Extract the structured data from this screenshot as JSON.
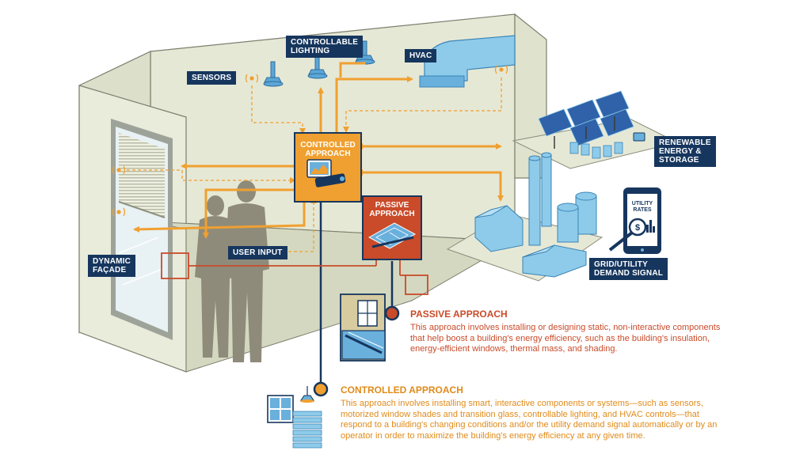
{
  "labels": {
    "sensors": "SENSORS",
    "controllable_lighting": "CONTROLLABLE\nLIGHTING",
    "hvac": "HVAC",
    "renewable": "RENEWABLE\nENERGY &\nSTORAGE",
    "grid": "GRID/UTILITY\nDEMAND SIGNAL",
    "user_input": "USER INPUT",
    "dynamic_facade": "DYNAMIC\nFAÇADE"
  },
  "boxes": {
    "controlled": "CONTROLLED\nAPPROACH",
    "passive": "PASSIVE\nAPPROACH"
  },
  "phone": {
    "text": "UTILITY\nRATES"
  },
  "passive_desc": {
    "title": "PASSIVE APPROACH",
    "body": "This approach involves installing or designing static, non-interactive components that help boost a building's energy efficiency, such as the building's insulation, energy-efficient windows, thermal mass, and shading."
  },
  "controlled_desc": {
    "title": "CONTROLLED APPROACH",
    "body": "This approach involves installing smart, interactive components or systems—such as sensors, motorized window shades and transition glass, controllable lighting, and HVAC controls—that respond to a building's changing conditions and/or the utility demand signal automatically or by an operator in order to maximize the building's energy efficiency at any given time."
  },
  "colors": {
    "navy": "#16365e",
    "orange": "#f0a030",
    "rust": "#c94b2a",
    "wall": "#e6e8d6",
    "floor": "#d9dcc6",
    "blue": "#6ab0dc"
  }
}
